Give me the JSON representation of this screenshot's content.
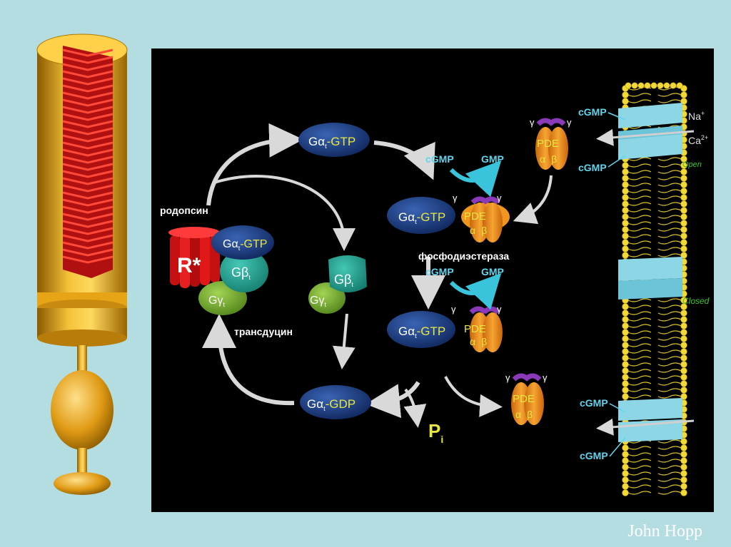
{
  "credit": "John Hopp",
  "labels": {
    "rhodopsin": "родопсин",
    "transducin": "трансдуцин",
    "pde_enzyme": "фосфодиэстераза",
    "r_star": "R*"
  },
  "molecules": {
    "g": "G",
    "alpha": "α",
    "beta": "β",
    "gamma": "γ",
    "sub_t": "t",
    "gtp": "-GTP",
    "gdp": "-GDP",
    "pde": "PDE",
    "pi_main": "P",
    "pi_sub": "i"
  },
  "reactions": {
    "cgmp": "cGMP",
    "gmp": "GMP"
  },
  "membrane": {
    "na": "Na",
    "na_sup": "+",
    "ca": "Ca",
    "ca_sup": "2+",
    "open": "Open",
    "closed": "Closed",
    "cgmp": "cGMP"
  },
  "colors": {
    "background": "#b3dde0",
    "panel": "#000000",
    "galpha": "#1f3f88",
    "gbeta": "#2aa79a",
    "ggamma": "#7fb234",
    "pde": "#f0961e",
    "receptor": "#e01818",
    "channel": "#8cd6e6",
    "lipid": "#f2d93a",
    "label_cyan": "#5fd6ee",
    "gtp_yellow": "#e8e640",
    "label_green": "#3cc828"
  }
}
